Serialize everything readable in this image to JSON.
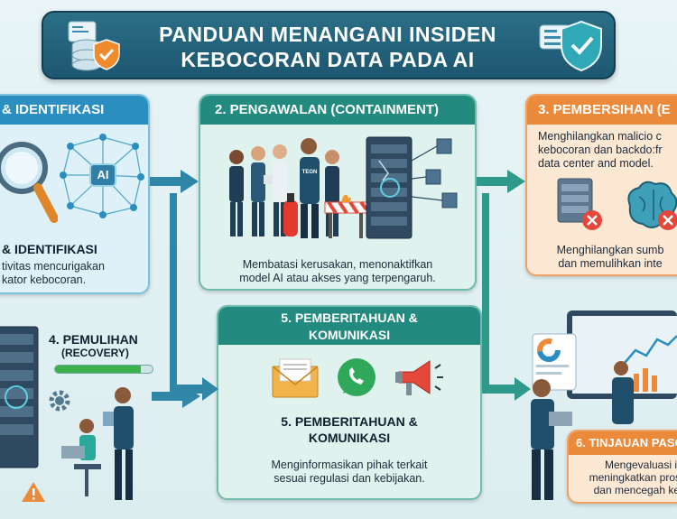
{
  "banner": {
    "title_line1": "PANDUAN MENANGANI INSIDEN",
    "title_line2": "KEBOCORAN DATA PADA AI"
  },
  "steps": {
    "step1": {
      "header": "& IDENTIFIKASI",
      "subtitle": "& IDENTIFIKASI",
      "desc_line1": "tivitas mencurigakan",
      "desc_line2": "kator kebocoran.",
      "icon_label": "AI"
    },
    "step2": {
      "header": "2. PENGAWALAN (CONTAINMENT)",
      "desc_line1": "Membatasi kerusakan, menonaktifkan",
      "desc_line2": "model AI atau akses yang terpengaruh.",
      "shirt_label": "TEGN"
    },
    "step3": {
      "header": "3. PEMBERSIHAN (E",
      "desc_line1": "Menghilangkan malicio c",
      "desc_line2": "kebocoran dan backdo:fr",
      "desc_line3": "data center and model.",
      "desc2_line1": "Menghilangkan sumb",
      "desc2_line2": "dan memulihkan inte"
    },
    "step4": {
      "title_line1": "4. PEMULIHAN",
      "title_line2": "(RECOVERY)"
    },
    "step5": {
      "header_line1": "5. PEMBERITAHUAN &",
      "header_line2": "KOMUNIKASI",
      "subtitle_line1": "5. PEMBERITAHUAN &",
      "subtitle_line2": "KOMUNIKASI",
      "desc_line1": "Menginformasikan pihak terkait",
      "desc_line2": "sesuai regulasi dan kebijakan."
    },
    "step6": {
      "header": "6. TINJAUAN PASC",
      "desc_line1": "Mengevaluasi i",
      "desc_line2": "meningkatkan prosed",
      "desc_line3": "dan mencegah keja"
    }
  },
  "colors": {
    "banner": "#1d5670",
    "step1_head": "#2a8fc0",
    "step2_head": "#238a80",
    "step3_head": "#ec8a3c",
    "step5_head": "#238a80",
    "step6_head": "#ec8a3c",
    "arrow": "#2f86a6"
  }
}
